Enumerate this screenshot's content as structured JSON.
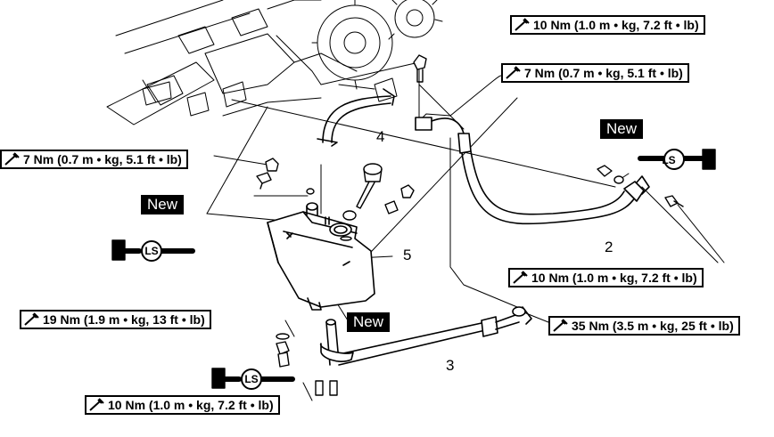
{
  "torque_specs": [
    {
      "id": "t1",
      "text": "10 Nm (1.0 m • kg, 7.2 ft • lb)"
    },
    {
      "id": "t2",
      "text": "7 Nm (0.7 m • kg, 5.1 ft • lb)"
    },
    {
      "id": "t3",
      "text": "7 Nm (0.7 m • kg, 5.1 ft • lb)"
    },
    {
      "id": "t4",
      "text": "10 Nm (1.0 m • kg, 7.2 ft • lb)"
    },
    {
      "id": "t5",
      "text": "19 Nm (1.9 m • kg, 13 ft • lb)"
    },
    {
      "id": "t6",
      "text": "35 Nm (3.5 m • kg, 25 ft • lb)"
    },
    {
      "id": "t7",
      "text": "10 Nm (1.0 m • kg, 7.2 ft • lb)"
    }
  ],
  "new_labels": [
    "New",
    "New",
    "New"
  ],
  "callouts": [
    "2",
    "3",
    "4",
    "5"
  ],
  "lube_symbol": "LS",
  "icons": [
    "torque-wrench-icon",
    "lithium-soap-grease-icon"
  ]
}
